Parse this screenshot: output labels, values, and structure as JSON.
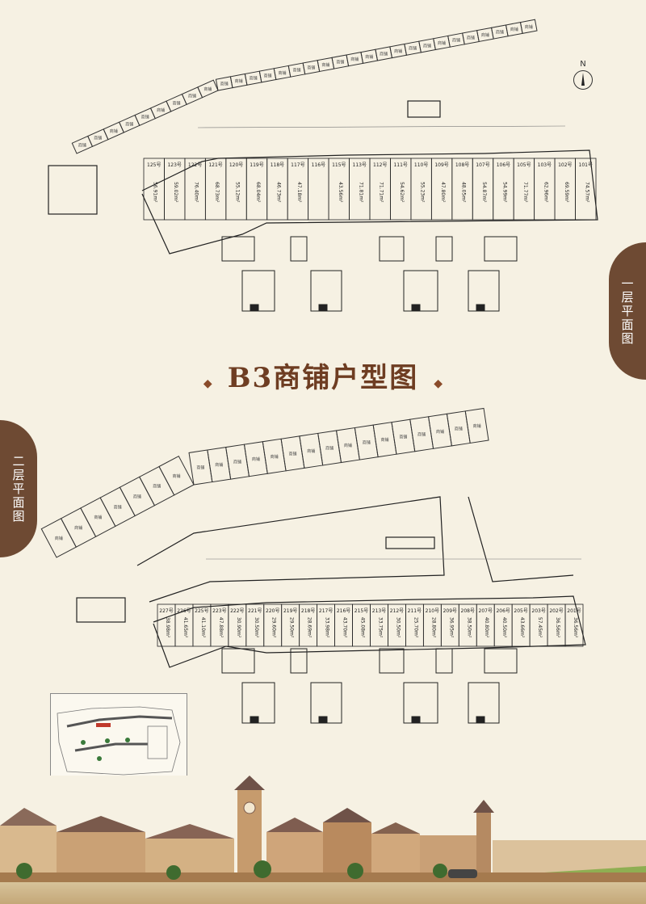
{
  "title": "B3商铺户型图",
  "title_decoration": "◆",
  "floor1": {
    "label": "一层平面图",
    "units": [
      {
        "no": "101号",
        "area": "74.57m²"
      },
      {
        "no": "102号",
        "area": "69.59m²"
      },
      {
        "no": "103号",
        "area": "62.96m²"
      },
      {
        "no": "105号",
        "area": "71.77m²"
      },
      {
        "no": "106号",
        "area": "54.99m²"
      },
      {
        "no": "107号",
        "area": "54.87m²"
      },
      {
        "no": "108号",
        "area": "48.05m²"
      },
      {
        "no": "109号",
        "area": "47.80m²"
      },
      {
        "no": "110号",
        "area": "55.23m²"
      },
      {
        "no": "111号",
        "area": "54.62m²"
      },
      {
        "no": "112号",
        "area": "71.71m²"
      },
      {
        "no": "113号",
        "area": "71.81m²"
      },
      {
        "no": "115号",
        "area": "43.56m²"
      },
      {
        "no": "116号",
        "area": ""
      },
      {
        "no": "117号",
        "area": "47.18m²"
      },
      {
        "no": "118号",
        "area": "46.73m²"
      },
      {
        "no": "119号",
        "area": "68.04m²"
      },
      {
        "no": "120号",
        "area": "55.12m²"
      },
      {
        "no": "121号",
        "area": "68.73m²"
      },
      {
        "no": "122号",
        "area": "76.40m²"
      },
      {
        "no": "123号",
        "area": "59.02m²"
      },
      {
        "no": "125号",
        "area": "56.91m²"
      }
    ]
  },
  "floor2": {
    "label": "二层平面图",
    "units": [
      {
        "no": "201号",
        "area": "36.56m²"
      },
      {
        "no": "202号",
        "area": "36.56m²"
      },
      {
        "no": "203号",
        "area": "57.45m²"
      },
      {
        "no": "205号",
        "area": "43.66m²"
      },
      {
        "no": "206号",
        "area": "40.50m²"
      },
      {
        "no": "207号",
        "area": "40.80m²"
      },
      {
        "no": "208号",
        "area": "38.50m²"
      },
      {
        "no": "209号",
        "area": "36.95m²"
      },
      {
        "no": "210号",
        "area": "28.80m²"
      },
      {
        "no": "211号",
        "area": "25.70m²"
      },
      {
        "no": "212号",
        "area": "30.50m²"
      },
      {
        "no": "213号",
        "area": "33.75m²"
      },
      {
        "no": "215号",
        "area": "45.08m²"
      },
      {
        "no": "216号",
        "area": "43.70m²"
      },
      {
        "no": "217号",
        "area": "33.98m²"
      },
      {
        "no": "218号",
        "area": "28.69m²"
      },
      {
        "no": "219号",
        "area": "29.50m²"
      },
      {
        "no": "220号",
        "area": "29.60m²"
      },
      {
        "no": "221号",
        "area": "30.50m²"
      },
      {
        "no": "222号",
        "area": "30.90m²"
      },
      {
        "no": "223号",
        "area": "47.88m²"
      },
      {
        "no": "225号",
        "area": "41.10m²"
      },
      {
        "no": "226号",
        "area": "41.65m²"
      },
      {
        "no": "227号",
        "area": "38.98m²"
      }
    ]
  },
  "north_label": "N",
  "shop_label": "商铺",
  "colors": {
    "accent": "#6e4a33",
    "title": "#6e3d22",
    "background": "#f6f1e3",
    "line": "#222222"
  }
}
